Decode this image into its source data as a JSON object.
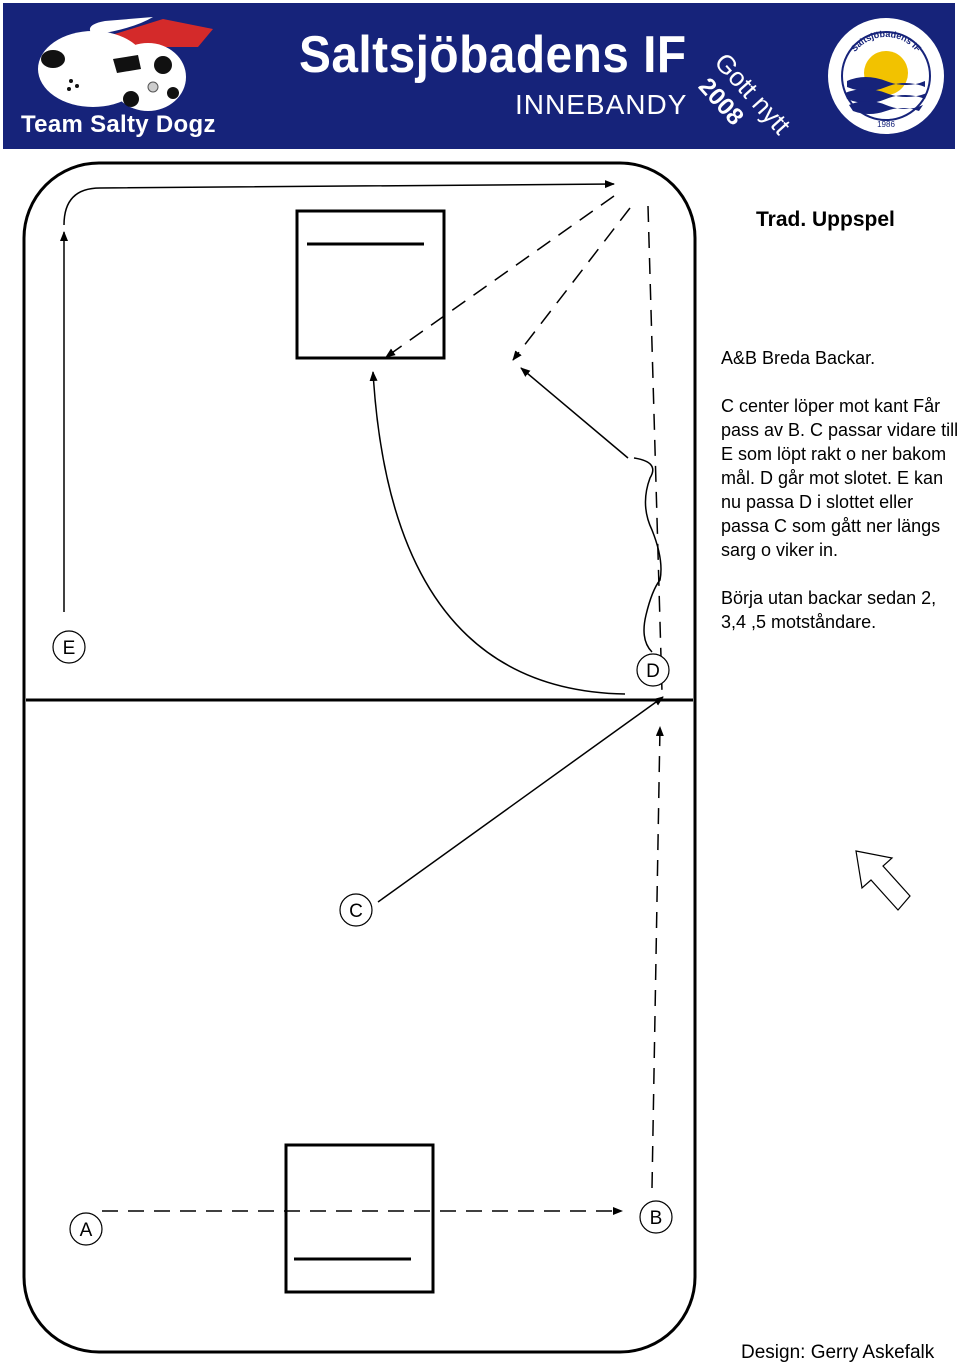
{
  "header": {
    "team_name": "Team Salty Dogz",
    "club_name": "Saltsjöbadens IF",
    "sport": "INNEBANDY",
    "greeting": "Gott nytt",
    "year": "2008",
    "badge_text": "Saltsjöbadens IF",
    "badge_year": "1986",
    "background_color": "#16237a",
    "accent_color": "#d42a2a"
  },
  "drill": {
    "title": "Trad. Uppspel",
    "paragraphs": [
      "A&B Breda Backar.",
      "C center löper mot kant Får pass av B. C passar vidare till E som löpt rakt o ner bakom mål. D går mot slotet. E kan nu passa D i slottet eller passa C som gått ner längs sarg o viker in.",
      "Börja utan backar sedan 2, 3,4 ,5 motståndare."
    ]
  },
  "players": {
    "A": "A",
    "B": "B",
    "C": "C",
    "D": "D",
    "E": "E"
  },
  "icons": {
    "team_logo": "dog-pirate-logo",
    "club_badge": "wave-sun-badge",
    "direction": "hollow-arrow-icon"
  },
  "footer": {
    "credit": "Design: Gerry Askefalk"
  }
}
